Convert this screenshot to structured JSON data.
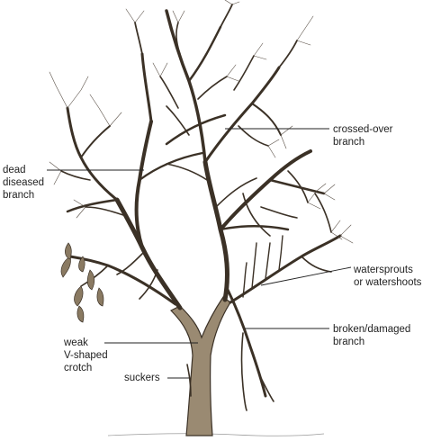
{
  "colors": {
    "trunk_fill": "#9a8a72",
    "outline": "#3b3126",
    "leaf_fill": "#8a7a62",
    "label_text": "#222222"
  },
  "labels": {
    "dead_diseased_branch": [
      "dead",
      "diseased",
      "branch"
    ],
    "crossed_over_branch": [
      "crossed-over",
      "branch"
    ],
    "watersprouts": [
      "watersprouts",
      "or watershoots"
    ],
    "broken_damaged_branch": [
      "broken/damaged",
      "branch"
    ],
    "weak_v_crotch": [
      "weak",
      "V-shaped",
      "crotch"
    ],
    "suckers": [
      "suckers"
    ]
  }
}
